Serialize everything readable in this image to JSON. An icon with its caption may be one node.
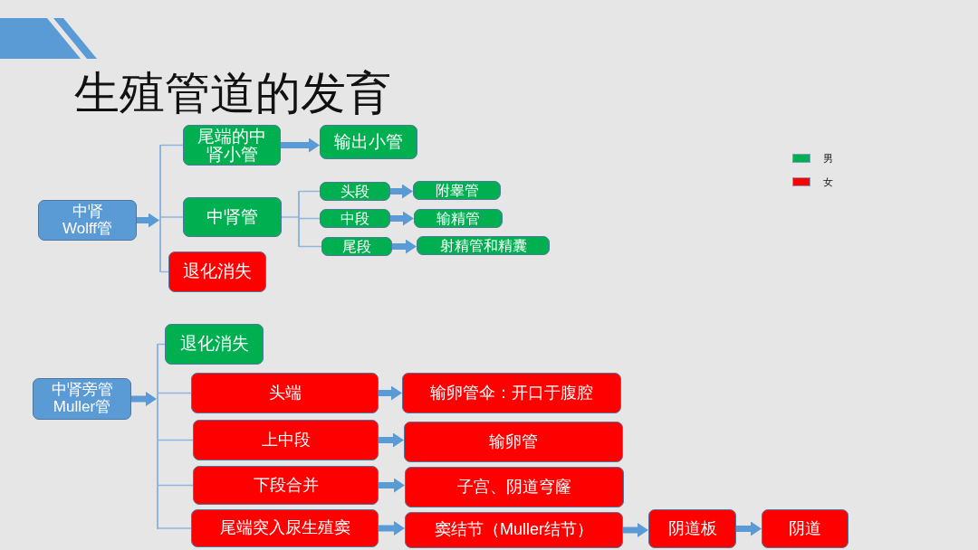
{
  "diagram": {
    "title": "生殖管道的发育",
    "nodes": [
      {
        "text": [
          "中肾 Wolff管"
        ]
      },
      {
        "text": [],
        "shape": "bracket"
      },
      {
        "text": [
          "尾端的中肾小管"
        ]
      },
      {
        "text": [
          "输出小管"
        ]
      },
      {
        "text": [
          "中肾管"
        ]
      },
      {
        "text": [],
        "shape": "bracket"
      },
      {
        "text": [
          "头段"
        ]
      },
      {
        "text": [
          "附睾管"
        ]
      },
      {
        "text": [
          "中段"
        ]
      },
      {
        "text": [
          "输精管"
        ]
      },
      {
        "text": [
          "尾段"
        ]
      },
      {
        "text": [
          "射精管和精囊"
        ]
      },
      {
        "text": [
          "退化消失"
        ]
      },
      {
        "text": [
          "中肾旁管 Muller管"
        ]
      },
      {
        "text": [],
        "shape": "bracket"
      },
      {
        "text": [
          "退化消失"
        ]
      },
      {
        "text": [
          "头端"
        ]
      },
      {
        "text": [
          "输卵管伞：开口于腹腔"
        ]
      },
      {
        "text": [
          "上中段"
        ]
      },
      {
        "text": [
          "输卵管"
        ]
      },
      {
        "text": [
          "下段合并"
        ]
      },
      {
        "text": [
          "子宫、阴道穹窿"
        ]
      },
      {
        "text": [
          "尾端突入尿生殖窦"
        ]
      },
      {
        "text": [
          "窦结节（Muller结节）"
        ]
      },
      {
        "text": [
          "阴道板"
        ]
      },
      {
        "text": [
          "阴道"
        ]
      }
    ],
    "edges": [
      {
        "from": 0,
        "to": 1,
        "arrow": "to",
        "style": "thick"
      },
      {
        "from": 1,
        "to": 2,
        "arrow": "none"
      },
      {
        "from": 1,
        "to": 4,
        "arrow": "none"
      },
      {
        "from": 1,
        "to": 12,
        "arrow": "none"
      },
      {
        "from": 2,
        "to": 3,
        "arrow": "to",
        "style": "thick"
      },
      {
        "from": 4,
        "to": 5,
        "arrow": "none"
      },
      {
        "from": 5,
        "to": 6,
        "arrow": "none"
      },
      {
        "from": 5,
        "to": 8,
        "arrow": "none"
      },
      {
        "from": 5,
        "to": 10,
        "arrow": "none"
      },
      {
        "from": 6,
        "to": 7,
        "arrow": "to",
        "style": "thick"
      },
      {
        "from": 8,
        "to": 9,
        "arrow": "to",
        "style": "thick"
      },
      {
        "from": 10,
        "to": 11,
        "arrow": "to",
        "style": "thick"
      },
      {
        "from": 13,
        "to": 14,
        "arrow": "to",
        "style": "thick"
      },
      {
        "from": 14,
        "to": 15,
        "arrow": "none"
      },
      {
        "from": 14,
        "to": 16,
        "arrow": "none"
      },
      {
        "from": 14,
        "to": 18,
        "arrow": "none"
      },
      {
        "from": 14,
        "to": 20,
        "arrow": "none"
      },
      {
        "from": 14,
        "to": 22,
        "arrow": "none"
      },
      {
        "from": 16,
        "to": 17,
        "arrow": "to",
        "style": "thick"
      },
      {
        "from": 18,
        "to": 19,
        "arrow": "to",
        "style": "thick"
      },
      {
        "from": 20,
        "to": 21,
        "arrow": "to",
        "style": "thick"
      },
      {
        "from": 22,
        "to": 23,
        "arrow": "to",
        "style": "thick"
      },
      {
        "from": 23,
        "to": 24,
        "arrow": "to",
        "style": "thick"
      },
      {
        "from": 24,
        "to": 25,
        "arrow": "to",
        "style": "thick"
      }
    ],
    "legend": [
      {
        "text": "男",
        "color": "#00b050"
      },
      {
        "text": "女",
        "color": "#ff0000"
      }
    ]
  }
}
